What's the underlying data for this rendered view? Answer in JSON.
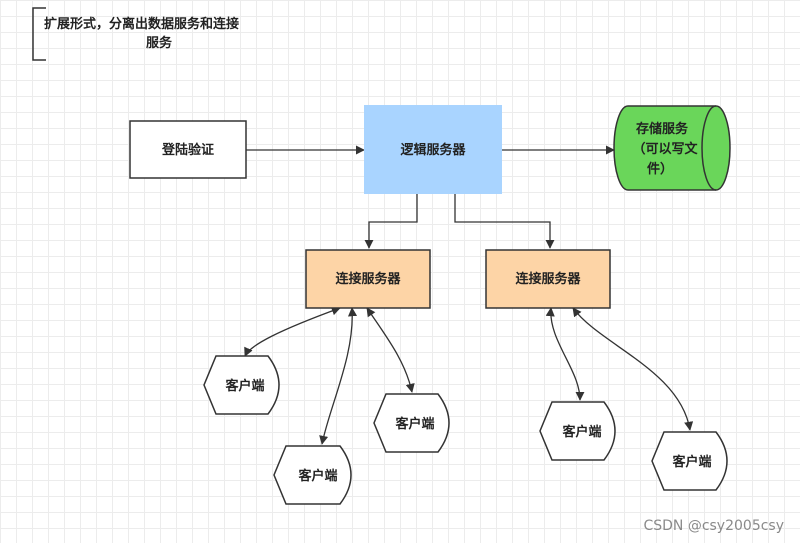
{
  "note": {
    "line1": "扩展形式，分离出数据服务和连接",
    "line2": "服务"
  },
  "nodes": {
    "login": "登陆验证",
    "logic_server": "逻辑服务器",
    "storage": {
      "line1": "存储服务",
      "line2": "（可以写文",
      "line3": "件）"
    },
    "conn_server_left": "连接服务器",
    "conn_server_right": "连接服务器"
  },
  "clients": [
    "客户端",
    "客户端",
    "客户端",
    "客户端",
    "客户端"
  ],
  "watermark": "CSDN @csy2005csy",
  "colors": {
    "logic_fill": "#a9d4ff",
    "storage_fill": "#6ad65a",
    "conn_fill": "#fdd4a6",
    "login_fill": "#ffffff",
    "client_fill": "#ffffff",
    "stroke": "#333333",
    "grid": "#ececec"
  }
}
